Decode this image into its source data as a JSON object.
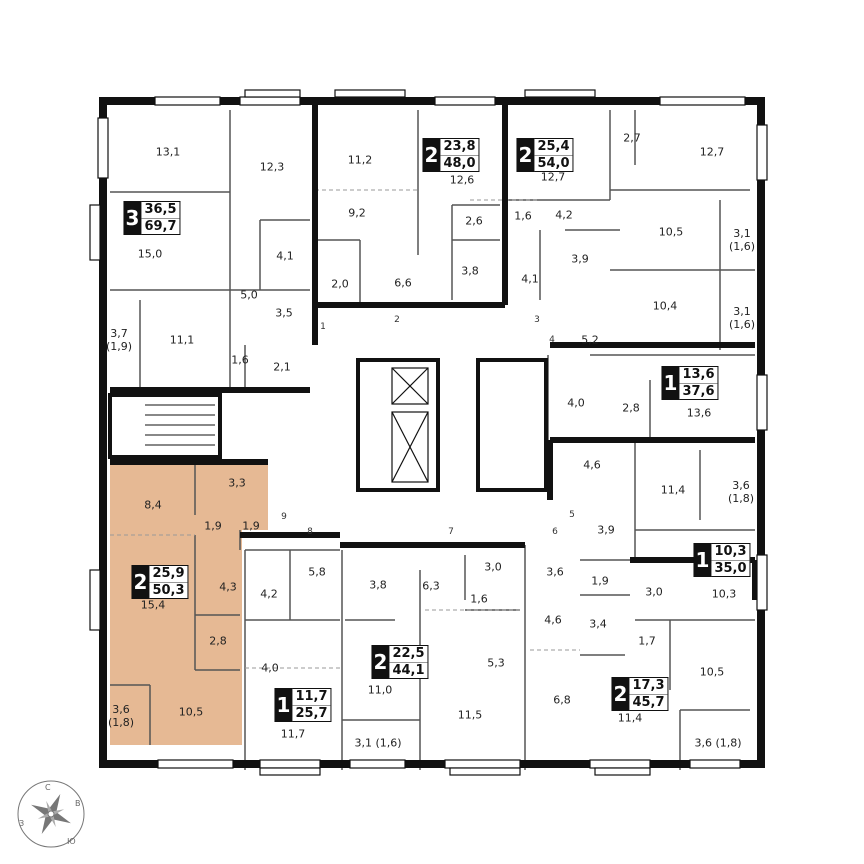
{
  "colors": {
    "wall": "#111111",
    "highlight": "#e6b994",
    "line": "#555555"
  },
  "apartments": [
    {
      "rooms": "3",
      "living": "36,5",
      "total": "69,7",
      "highlighted": false
    },
    {
      "rooms": "2",
      "living": "23,8",
      "total": "48,0",
      "highlighted": false
    },
    {
      "rooms": "2",
      "living": "25,4",
      "total": "54,0",
      "highlighted": false
    },
    {
      "rooms": "1",
      "living": "13,6",
      "total": "37,6",
      "highlighted": false
    },
    {
      "rooms": "1",
      "living": "10,3",
      "total": "35,0",
      "highlighted": false
    },
    {
      "rooms": "2",
      "living": "17,3",
      "total": "45,7",
      "highlighted": false
    },
    {
      "rooms": "2",
      "living": "22,5",
      "total": "44,1",
      "highlighted": false
    },
    {
      "rooms": "1",
      "living": "11,7",
      "total": "25,7",
      "highlighted": false
    },
    {
      "rooms": "2",
      "living": "25,9",
      "total": "50,3",
      "highlighted": true
    }
  ],
  "rooms": [
    "13,1",
    "12,3",
    "15,0",
    "4,1",
    "5,0",
    "3,5",
    "11,1",
    "3,7\n(1,9)",
    "1,6",
    "2,1",
    "11,2",
    "9,2",
    "2,0",
    "6,6",
    "12,6",
    "2,6",
    "3,8",
    "12,7",
    "2,7",
    "12,7",
    "1,6",
    "4,2",
    "10,5",
    "3,9",
    "4,1",
    "3,1\n(1,6)",
    "3,1\n(1,6)",
    "10,4",
    "5,2",
    "4,0",
    "2,8",
    "13,6",
    "4,6",
    "11,4",
    "3,6\n(1,8)",
    "3,9",
    "3,0",
    "10,3",
    "1,9",
    "3,6",
    "4,6",
    "3,4",
    "1,7",
    "10,5",
    "6,8",
    "11,4",
    "3,6 (1,8)",
    "3,8",
    "6,3",
    "3,0",
    "1,6",
    "5,3",
    "11,0",
    "11,5",
    "3,1 (1,6)",
    "5,8",
    "4,2",
    "4,0",
    "11,7",
    "8,4",
    "3,3",
    "1,9",
    "1,9",
    "15,4",
    "4,3",
    "2,8",
    "10,5",
    "3,6\n(1,8)"
  ],
  "doors": [
    "1",
    "2",
    "3",
    "4",
    "5",
    "6",
    "7",
    "8",
    "9"
  ],
  "compass": {
    "n": "С",
    "e": "В",
    "s": "Ю",
    "w": "З",
    "icon": "compass-rose-icon"
  }
}
